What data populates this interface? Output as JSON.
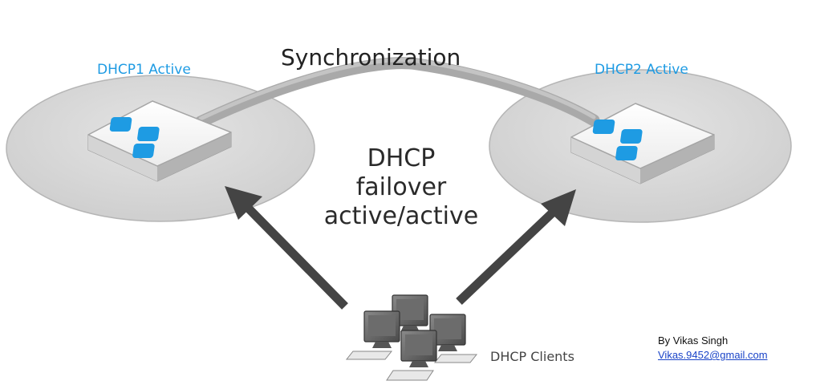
{
  "labels": {
    "server1": "DHCP1 Active",
    "server2": "DHCP2 Active",
    "sync": "Synchronization",
    "mode_line1": "DHCP",
    "mode_line2": "failover",
    "mode_line3": "active/active",
    "clients": "DHCP Clients"
  },
  "author": {
    "name": "By Vikas Singh",
    "email": "Vikas.9452@gmail.com"
  },
  "colors": {
    "accent": "#1e9be3",
    "disc": "#d9d9d9",
    "arrow": "#444444",
    "link": "#1a44c8"
  },
  "icons": [
    "server-icon",
    "computer-icon",
    "arrow-icon"
  ]
}
